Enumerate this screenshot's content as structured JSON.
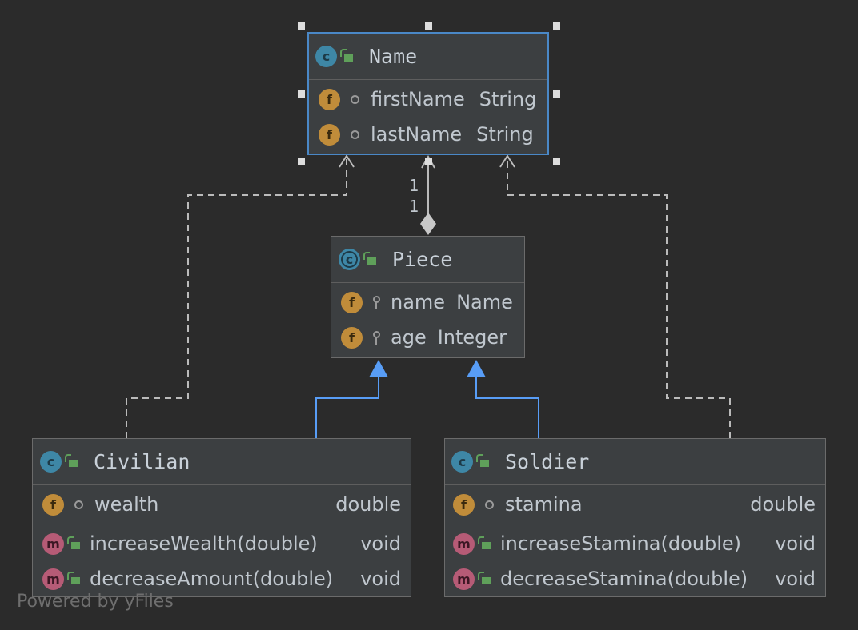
{
  "diagram": {
    "classes": [
      {
        "id": "name",
        "title": "Name",
        "kind_badge": "c",
        "fields": [
          {
            "badge": "f",
            "visibility": "package",
            "name": "firstName",
            "type": "String"
          },
          {
            "badge": "f",
            "visibility": "package",
            "name": "lastName",
            "type": "String"
          }
        ],
        "methods": []
      },
      {
        "id": "piece",
        "title": "Piece",
        "kind_badge": "c",
        "fields": [
          {
            "badge": "f",
            "visibility": "private",
            "name": "name",
            "type": "Name"
          },
          {
            "badge": "f",
            "visibility": "private",
            "name": "age",
            "type": "Integer"
          }
        ],
        "methods": []
      },
      {
        "id": "civilian",
        "title": "Civilian",
        "kind_badge": "c",
        "fields": [
          {
            "badge": "f",
            "visibility": "package",
            "name": "wealth",
            "type": "double"
          }
        ],
        "methods": [
          {
            "badge": "m",
            "visibility": "public",
            "name": "increaseWealth(double)",
            "type": "void"
          },
          {
            "badge": "m",
            "visibility": "public",
            "name": "decreaseAmount(double)",
            "type": "void"
          }
        ]
      },
      {
        "id": "soldier",
        "title": "Soldier",
        "kind_badge": "c",
        "fields": [
          {
            "badge": "f",
            "visibility": "package",
            "name": "stamina",
            "type": "double"
          }
        ],
        "methods": [
          {
            "badge": "m",
            "visibility": "public",
            "name": "increaseStamina(double)",
            "type": "void"
          },
          {
            "badge": "m",
            "visibility": "public",
            "name": "decreaseStamina(double)",
            "type": "void"
          }
        ]
      }
    ],
    "composition": {
      "from": "piece",
      "to": "name",
      "multiplicity_top": "1",
      "multiplicity_bottom": "1"
    },
    "footer": "Powered by yFiles",
    "colors": {
      "background": "#2b2b2b",
      "node_fill": "#3c3f41",
      "selection": "#4a88c7",
      "inheritance": "#589df6",
      "dependency": "#bbbbbb"
    }
  }
}
